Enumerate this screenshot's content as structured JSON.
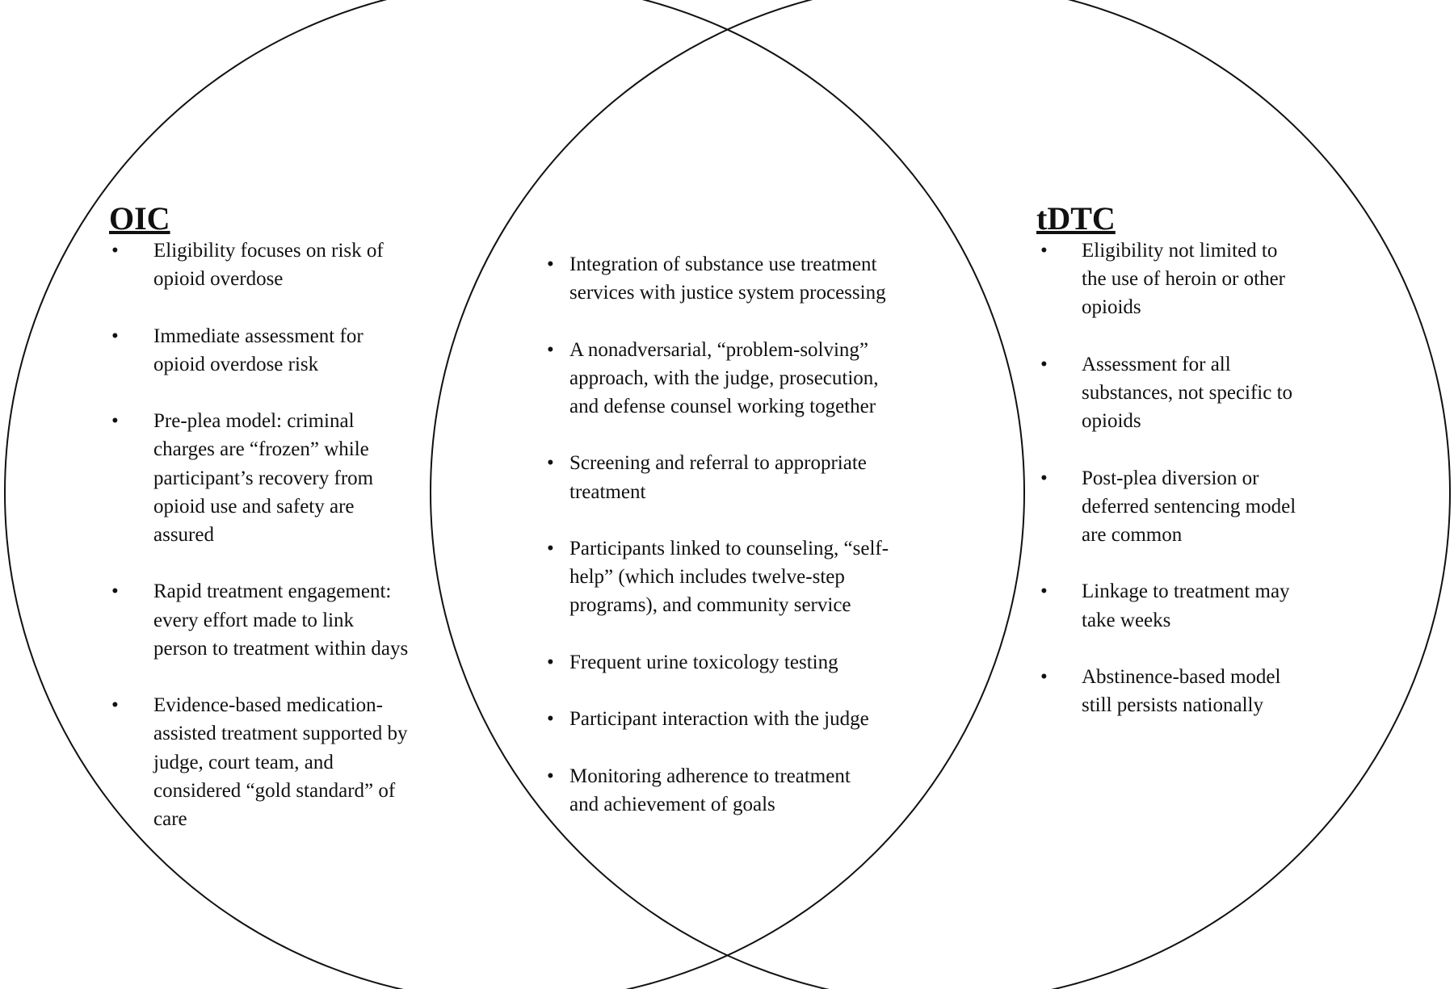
{
  "oic": {
    "title": "OIC",
    "items": [
      "Eligibility focuses on risk of\nopioid overdose",
      "Immediate assessment for\nopioid overdose risk",
      "Pre-plea model: criminal\ncharges are “frozen” while\nparticipant’s recovery from\nopioid use and safety are\nassured",
      "Rapid treatment engagement:\nevery effort made to link\nperson to treatment within days",
      "Evidence-based medication-\nassisted treatment supported by\njudge, court team, and\nconsidered “gold standard” of\ncare"
    ]
  },
  "shared": {
    "items": [
      "Integration of substance use treatment\nservices with justice system processing",
      "A nonadversarial, “problem-solving”\napproach, with the judge, prosecution,\nand defense counsel working together",
      "Screening and referral to appropriate\ntreatment",
      "Participants linked to counseling, “self-\nhelp” (which includes twelve-step\nprograms), and community service",
      "Frequent urine toxicology testing",
      "Participant interaction with the judge",
      "Monitoring adherence to treatment\nand achievement of goals"
    ]
  },
  "tdtc": {
    "title": "tDTC",
    "items": [
      "Eligibility not limited to\nthe use of heroin or other\nopioids",
      "Assessment for all\nsubstances, not specific to\nopioids",
      "Post-plea diversion or\ndeferred sentencing model\nare common",
      "Linkage to treatment may\ntake weeks",
      "Abstinence-based model\nstill persists nationally"
    ]
  },
  "bullet": "•"
}
